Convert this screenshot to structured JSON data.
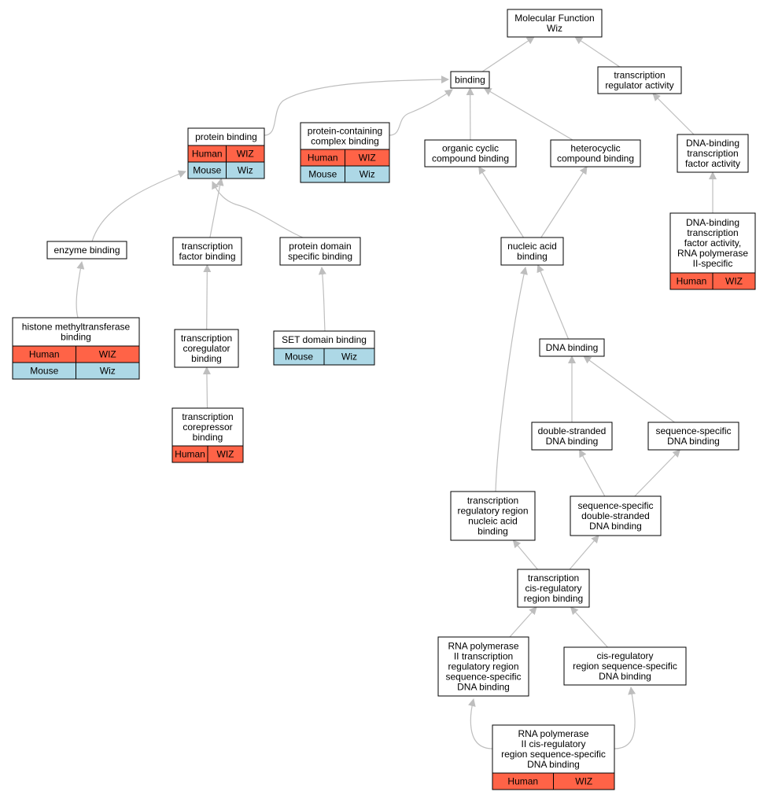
{
  "colors": {
    "human": "#FF6347",
    "mouse": "#ADD8E6",
    "edge": "#BEBEBE",
    "border": "#000000"
  },
  "nodes": {
    "mf": {
      "lines": [
        "Molecular Function",
        "Wiz"
      ]
    },
    "bind": {
      "lines": [
        "binding"
      ]
    },
    "tra": {
      "lines": [
        "transcription",
        "regulator activity"
      ]
    },
    "pb": {
      "lines": [
        "protein binding"
      ],
      "rows": [
        [
          "Human",
          "WIZ"
        ],
        [
          "Mouse",
          "Wiz"
        ]
      ]
    },
    "pcb": {
      "lines": [
        "protein-containing",
        "complex binding"
      ],
      "rows": [
        [
          "Human",
          "WIZ"
        ],
        [
          "Mouse",
          "Wiz"
        ]
      ]
    },
    "occ": {
      "lines": [
        "organic cyclic",
        "compound binding"
      ]
    },
    "het": {
      "lines": [
        "heterocyclic",
        "compound binding"
      ]
    },
    "dbtf": {
      "lines": [
        "DNA-binding",
        "transcription",
        "factor activity"
      ]
    },
    "dbtf2": {
      "lines": [
        "DNA-binding",
        "transcription",
        "factor activity,",
        "RNA polymerase",
        "II-specific"
      ],
      "rows": [
        [
          "Human",
          "WIZ"
        ]
      ]
    },
    "enz": {
      "lines": [
        "enzyme binding"
      ]
    },
    "tfb": {
      "lines": [
        "transcription",
        "factor binding"
      ]
    },
    "pdb": {
      "lines": [
        "protein domain",
        "specific binding"
      ]
    },
    "nab": {
      "lines": [
        "nucleic acid",
        "binding"
      ]
    },
    "hmt": {
      "lines": [
        "histone methyltransferase",
        "binding"
      ],
      "rows": [
        [
          "Human",
          "WIZ"
        ],
        [
          "Mouse",
          "Wiz"
        ]
      ]
    },
    "tcb": {
      "lines": [
        "transcription",
        "coregulator",
        "binding"
      ]
    },
    "set": {
      "lines": [
        "SET domain binding"
      ],
      "rows": [
        [
          "Mouse",
          "Wiz"
        ]
      ]
    },
    "dna": {
      "lines": [
        "DNA binding"
      ]
    },
    "tcrb": {
      "lines": [
        "transcription",
        "corepressor",
        "binding"
      ],
      "rows": [
        [
          "Human",
          "WIZ"
        ]
      ]
    },
    "ds": {
      "lines": [
        "double-stranded",
        "DNA binding"
      ]
    },
    "ss": {
      "lines": [
        "sequence-specific",
        "DNA binding"
      ]
    },
    "trr": {
      "lines": [
        "transcription",
        "regulatory region",
        "nucleic acid",
        "binding"
      ]
    },
    "ssds": {
      "lines": [
        "sequence-specific",
        "double-stranded",
        "DNA binding"
      ]
    },
    "tcis": {
      "lines": [
        "transcription",
        "cis-regulatory",
        "region binding"
      ]
    },
    "rnap": {
      "lines": [
        "RNA polymerase",
        "II transcription",
        "regulatory region",
        "sequence-specific",
        "DNA binding"
      ]
    },
    "cis": {
      "lines": [
        "cis-regulatory",
        "region sequence-specific",
        "DNA binding"
      ]
    },
    "rnap2": {
      "lines": [
        "RNA polymerase",
        "II cis-regulatory",
        "region sequence-specific",
        "DNA binding"
      ],
      "rows": [
        [
          "Human",
          "WIZ"
        ]
      ]
    }
  }
}
